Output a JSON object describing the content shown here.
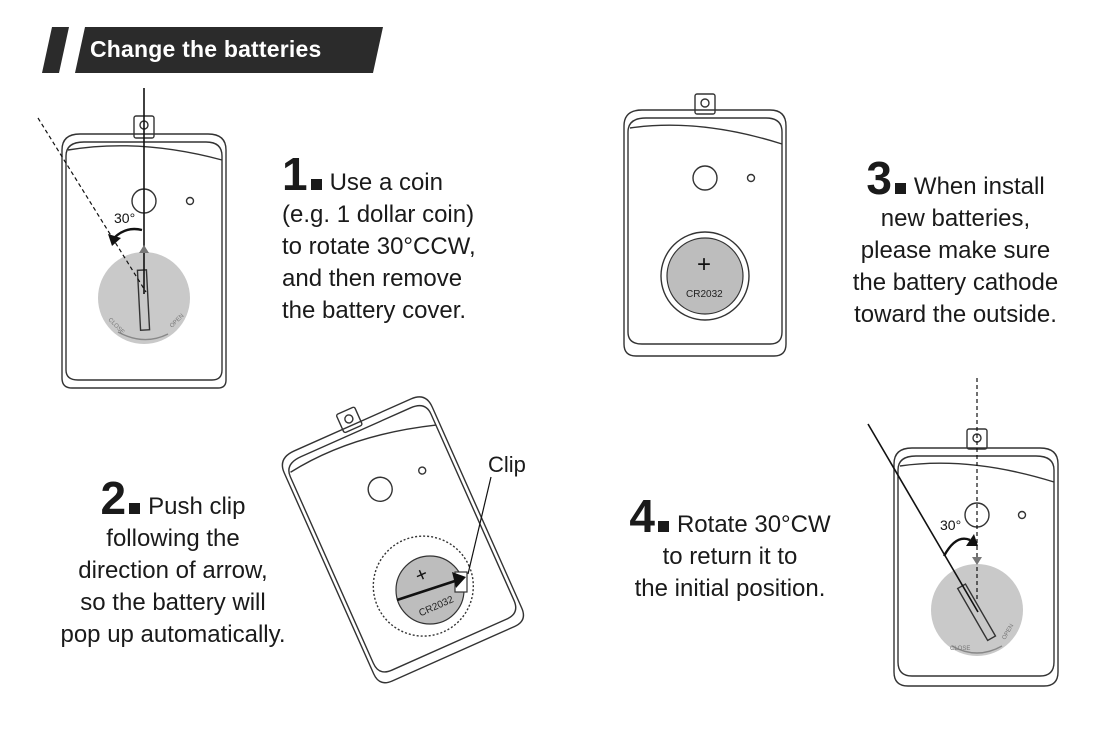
{
  "header": {
    "title": "Change the batteries"
  },
  "steps": [
    {
      "number": "1",
      "lines": [
        "Use a coin",
        "(e.g. 1 dollar coin)",
        "to rotate 30°CCW,",
        "and then remove",
        "the battery cover."
      ]
    },
    {
      "number": "2",
      "lines": [
        "Push clip",
        "following the",
        "direction of arrow,",
        "so the battery will",
        "pop up automatically."
      ]
    },
    {
      "number": "3",
      "lines": [
        "When install",
        "new batteries,",
        "please make sure",
        "the battery cathode",
        "toward the outside."
      ]
    },
    {
      "number": "4",
      "lines": [
        "Rotate 30°CW",
        "to return it to",
        "the initial position."
      ]
    }
  ],
  "illustrations": {
    "angle_label": "30°",
    "close_label": "CLOSE",
    "open_label": "OPEN",
    "battery_model": "CR2032",
    "battery_plus": "+",
    "clip_label": "Clip"
  },
  "colors": {
    "header_bg": "#2b2b2b",
    "cover_gray": "#c9c9c9",
    "battery_gray": "#bdbdbd",
    "outline": "#333333"
  }
}
